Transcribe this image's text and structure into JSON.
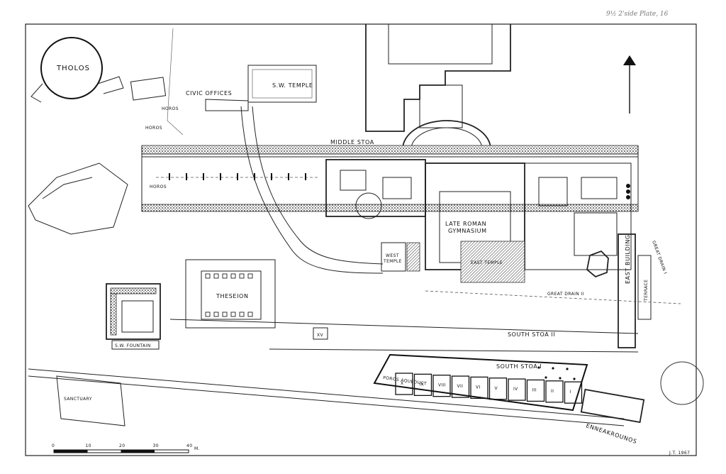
{
  "labels": {
    "tholos": "THOLOS",
    "sw_temple": "S.W. TEMPLE",
    "civic_offices": "CIVIC OFFICES",
    "horos_1": "HOROS",
    "horos_2": "HOROS",
    "horos_3": "HOROS",
    "middle_stoa": "MIDDLE STOA",
    "late_roman_1": "LATE ROMAN",
    "late_roman_2": "GYMNASIUM",
    "west_temple_1": "WEST",
    "west_temple_2": "TEMPLE",
    "east_temple": "EAST TEMPLE",
    "theseion": "THESEION",
    "sw_fountain": "S.W. FOUNTAIN",
    "great_drain_2": "GREAT DRAIN II",
    "great_drain_1": "GREAT DRAIN I",
    "east_building": "EAST BUILDING",
    "terrace": "TERRACE",
    "south_stoa_2": "SOUTH STOA II",
    "south_stoa_1": "SOUTH STOA I",
    "poros_aqueduct": "POROS AQUEDUCT",
    "sanctuary": "SANCTUARY",
    "enneakrounos": "ENNEAKROUNOS",
    "room_xv": "XV"
  },
  "stoa_rooms": [
    "X",
    "IX",
    "VIII",
    "VII",
    "VI",
    "V",
    "IV",
    "III",
    "II",
    "I"
  ],
  "scale_bar": {
    "ticks": [
      "0",
      "10",
      "20",
      "30",
      "40"
    ],
    "unit": "M."
  },
  "signature": "J.T. 1967",
  "top_note": "9½ 2'side   Plate, 16",
  "north_arrow": "north-arrow-icon"
}
